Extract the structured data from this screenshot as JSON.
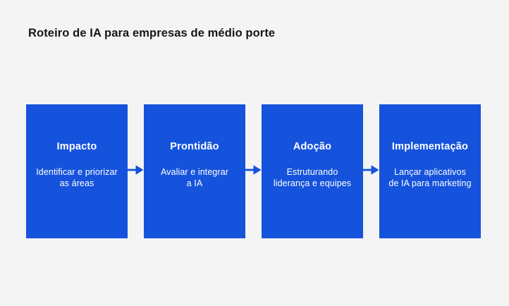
{
  "page": {
    "title": "Roteiro de IA para empresas de médio porte"
  },
  "colors": {
    "accent_blue": "#1653DC",
    "background": "#F4F4F5",
    "title_text": "#161616",
    "box_text": "#FFFFFF"
  },
  "flow": {
    "steps": [
      {
        "title": "Impacto",
        "description_lines": [
          "Identificar e priorizar",
          "as áreas"
        ]
      },
      {
        "title": "Prontidão",
        "description_lines": [
          "Avaliar e integrar",
          "a IA"
        ]
      },
      {
        "title": "Adoção",
        "description_lines": [
          "Estruturando",
          "liderança e equipes"
        ]
      },
      {
        "title": "Implementação",
        "description_lines": [
          "Lançar aplicativos",
          "de IA para marketing"
        ]
      }
    ],
    "arrow_icon": "arrow-right"
  }
}
